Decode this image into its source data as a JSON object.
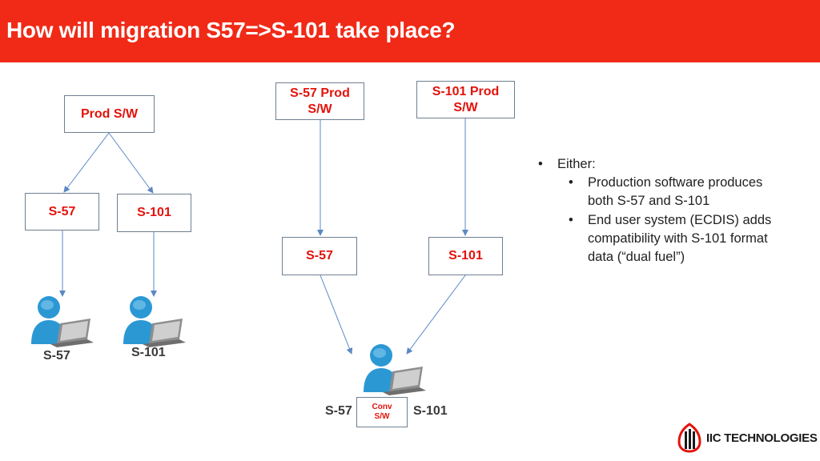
{
  "slide": {
    "title": "How will migration S57=>S-101 take place?"
  },
  "diagram": {
    "left": {
      "source_label": "Prod S/W",
      "format_a_label": "S-57",
      "format_b_label": "S-101",
      "user_a_label": "S-57",
      "user_b_label": "S-101"
    },
    "middle": {
      "source_a_label": "S-57 Prod\nS/W",
      "source_b_label": "S-101 Prod\nS/W",
      "format_a_label": "S-57",
      "format_b_label": "S-101",
      "conv_label": "Conv\nS/W",
      "user_left_label": "S-57",
      "user_right_label": "S-101"
    }
  },
  "bullets": {
    "top": "Either:",
    "sub": [
      "Production software produces both S-57 and S-101",
      "End user system (ECDIS) adds compatibility with S-101 format data (“dual fuel”)"
    ]
  },
  "logo": {
    "text": "IIC TECHNOLOGIES"
  },
  "colors": {
    "header": "#f02a17",
    "box_text": "#e3120b",
    "box_border": "#6f7f90",
    "arrow": "#5b88c4",
    "user_icon": "#2b98d4"
  }
}
